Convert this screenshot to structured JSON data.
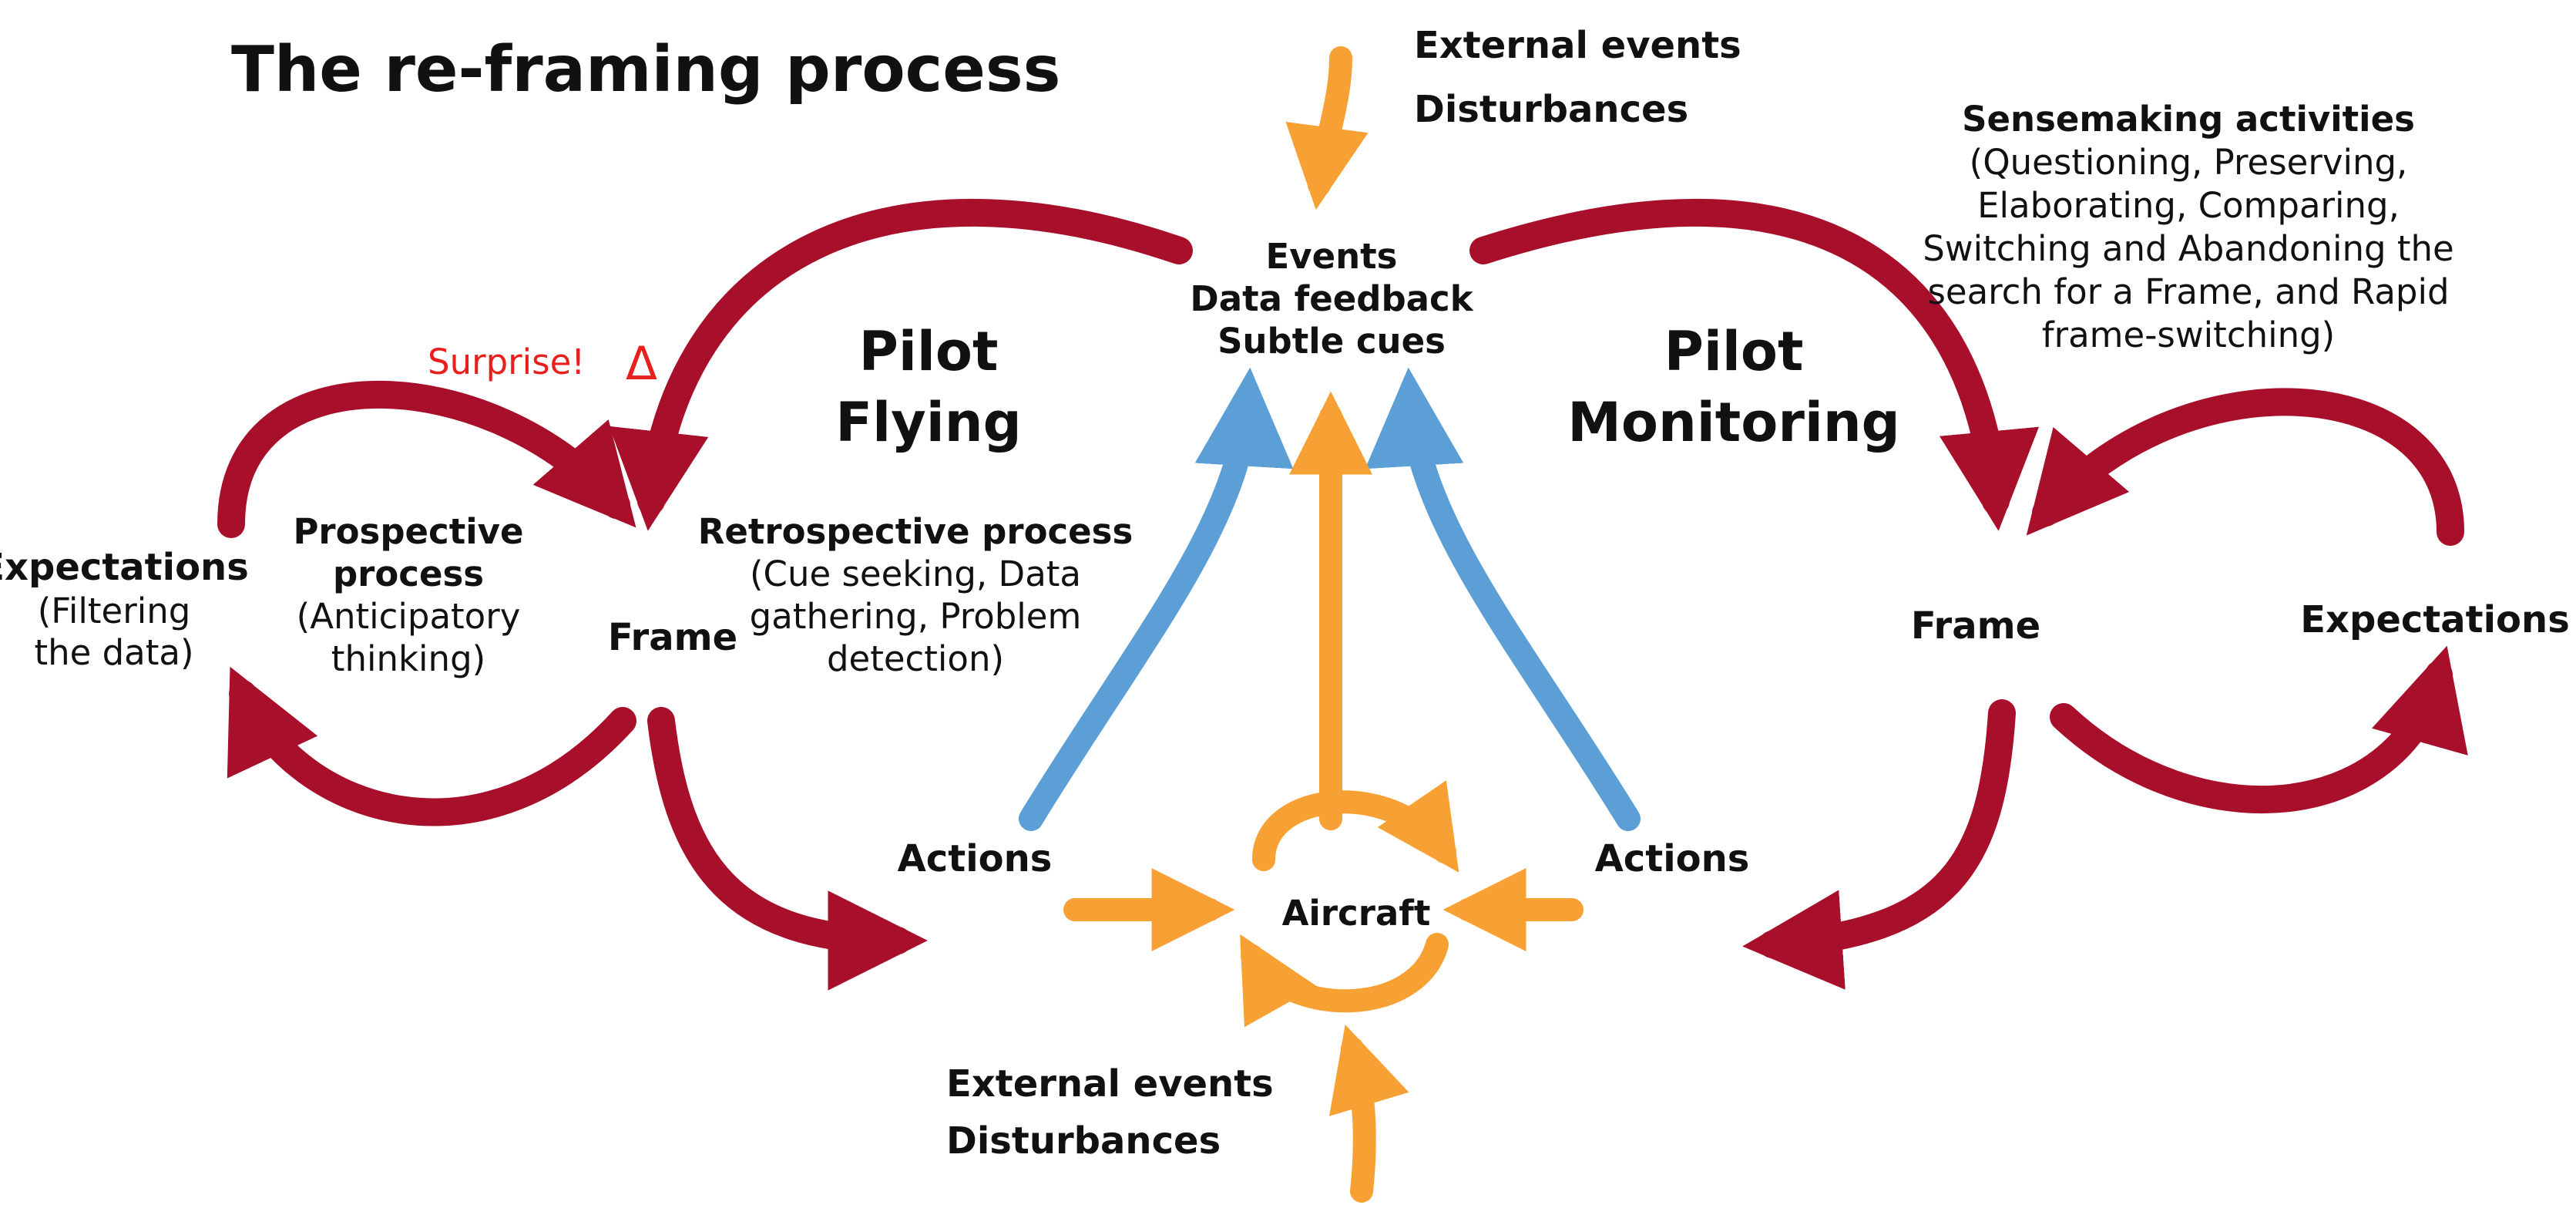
{
  "title": "The re-framing process",
  "top_external": {
    "line1": "External events",
    "line2": "Disturbances"
  },
  "bottom_external": {
    "line1": "External events",
    "line2": "Disturbances"
  },
  "center_cues": {
    "line1": "Events",
    "line2": "Data feedback",
    "line3": "Subtle cues"
  },
  "surprise": {
    "text": "Surprise!",
    "symbol": "Δ"
  },
  "pilot_flying": {
    "line1": "Pilot",
    "line2": "Flying"
  },
  "pilot_monitoring": {
    "line1": "Pilot",
    "line2": "Monitoring"
  },
  "left_expectations": {
    "title": "Expectations",
    "line1": "(Filtering",
    "line2": "the data)"
  },
  "prospective": {
    "line1": "Prospective",
    "line2": "process",
    "line3": "(Anticipatory",
    "line4": "thinking)"
  },
  "left_frame": "Frame",
  "right_frame": "Frame",
  "retrospective": {
    "title": "Retrospective process",
    "line1": "(Cue seeking, Data",
    "line2": "gathering, Problem",
    "line3": "detection)"
  },
  "sensemaking": {
    "title": "Sensemaking activities",
    "line1": "(Questioning, Preserving,",
    "line2": "Elaborating, Comparing,",
    "line3": "Switching and Abandoning the",
    "line4": "search for a Frame, and Rapid",
    "line5": "frame-switching)"
  },
  "right_expectations": "Expectations",
  "left_actions": "Actions",
  "right_actions": "Actions",
  "aircraft": "Aircraft",
  "colors": {
    "red_arrow": "#a80f2a",
    "blue_arrow": "#5b9fd6",
    "orange_arrow": "#f7a134",
    "surprise": "#e8201d"
  }
}
